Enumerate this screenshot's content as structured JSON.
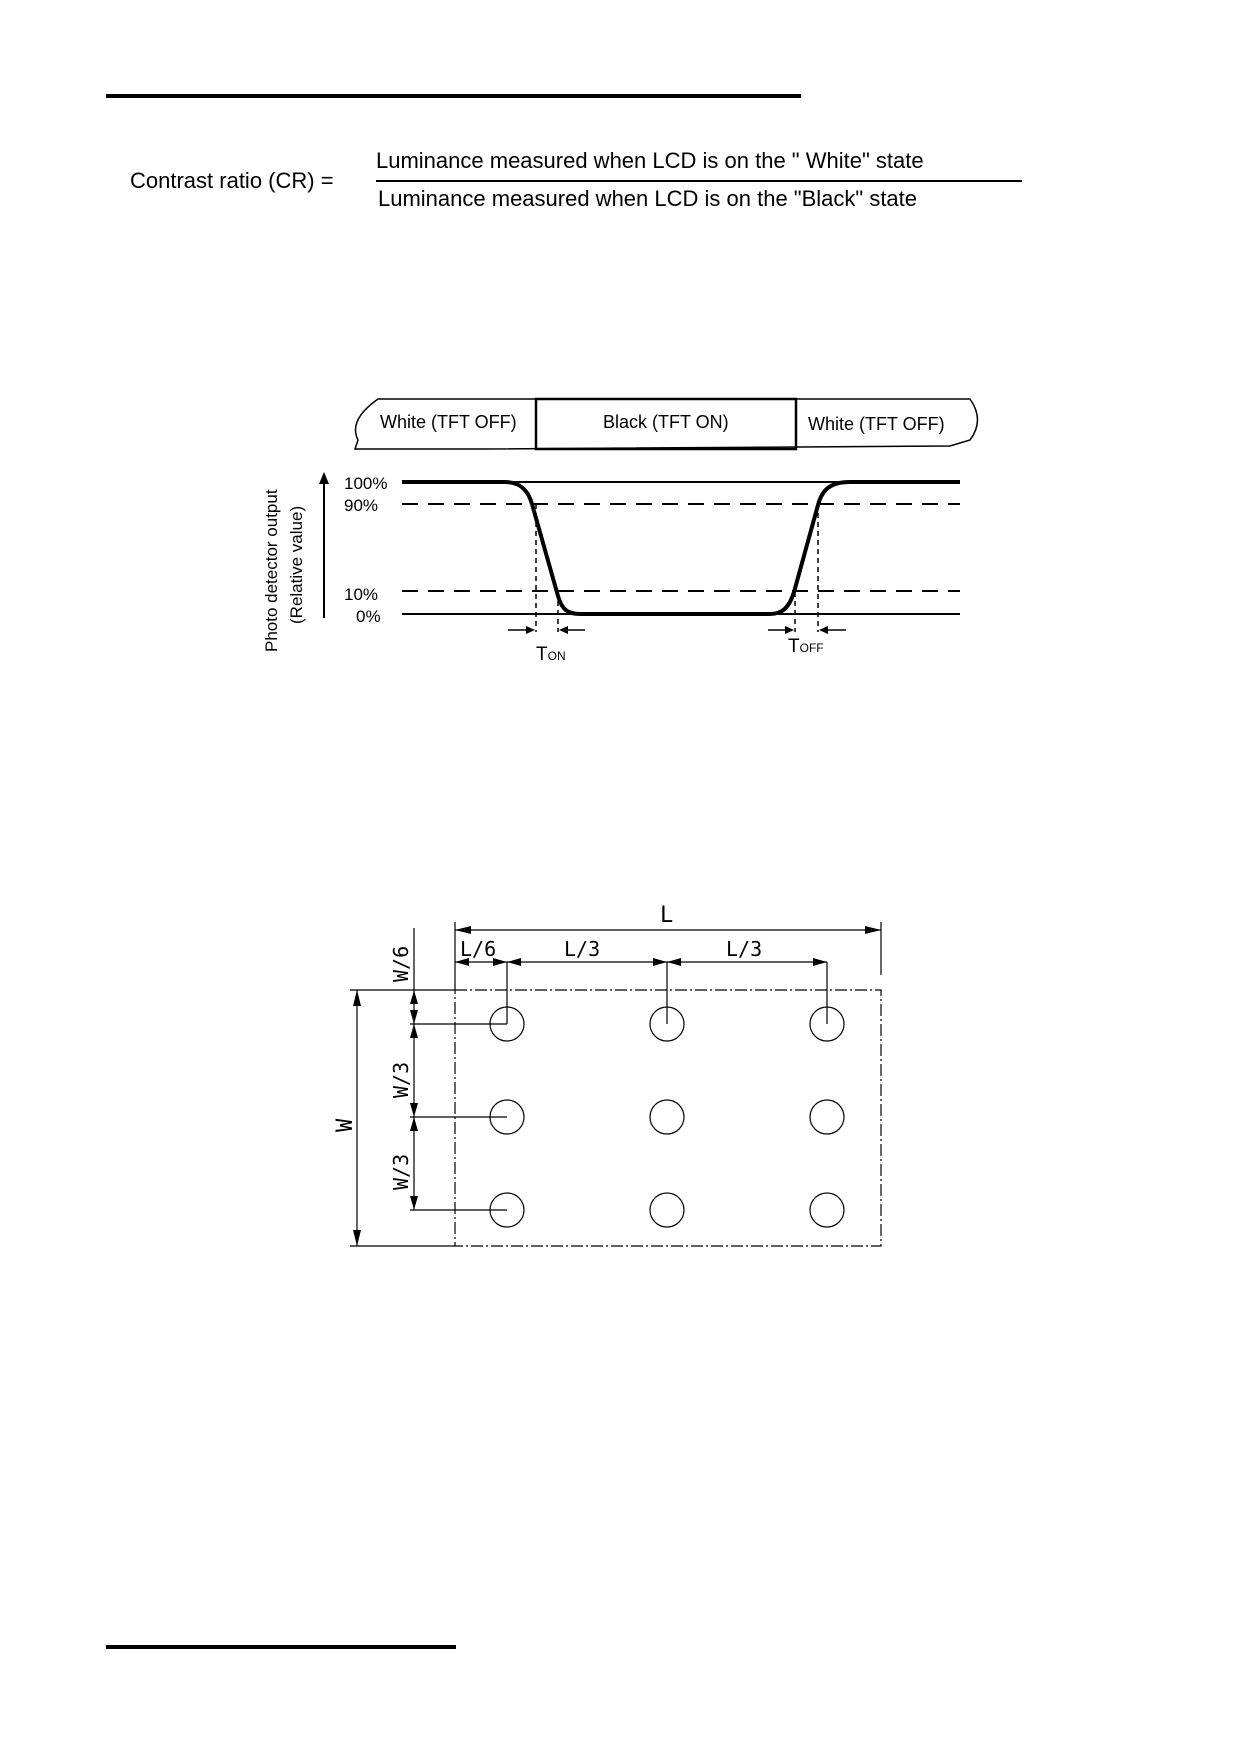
{
  "formula": {
    "lhs": "Contrast ratio (CR) =",
    "numerator": "Luminance measured when LCD is on the \" White\" state",
    "denominator": "Luminance measured when LCD is on the \"Black\" state"
  },
  "response_diagram": {
    "states": [
      "White (TFT OFF)",
      "Black (TFT ON)",
      "White (TFT OFF)"
    ],
    "y_axis_label_line1": "Photo detector output",
    "y_axis_label_line2": "(Relative value)",
    "levels": [
      "100%",
      "90%",
      "10%",
      "0%"
    ],
    "t_on_main": "T",
    "t_on_sub": "ON",
    "t_off_main": "T",
    "t_off_sub": "OFF"
  },
  "measurement_diagram": {
    "length_label": "L",
    "l6_label": "L/6",
    "l3_label_1": "L/3",
    "l3_label_2": "L/3",
    "width_label": "W",
    "w6_label": "W/6",
    "w3_label_1": "W/3",
    "w3_label_2": "W/3",
    "point_rows": 3,
    "point_cols": 3
  }
}
